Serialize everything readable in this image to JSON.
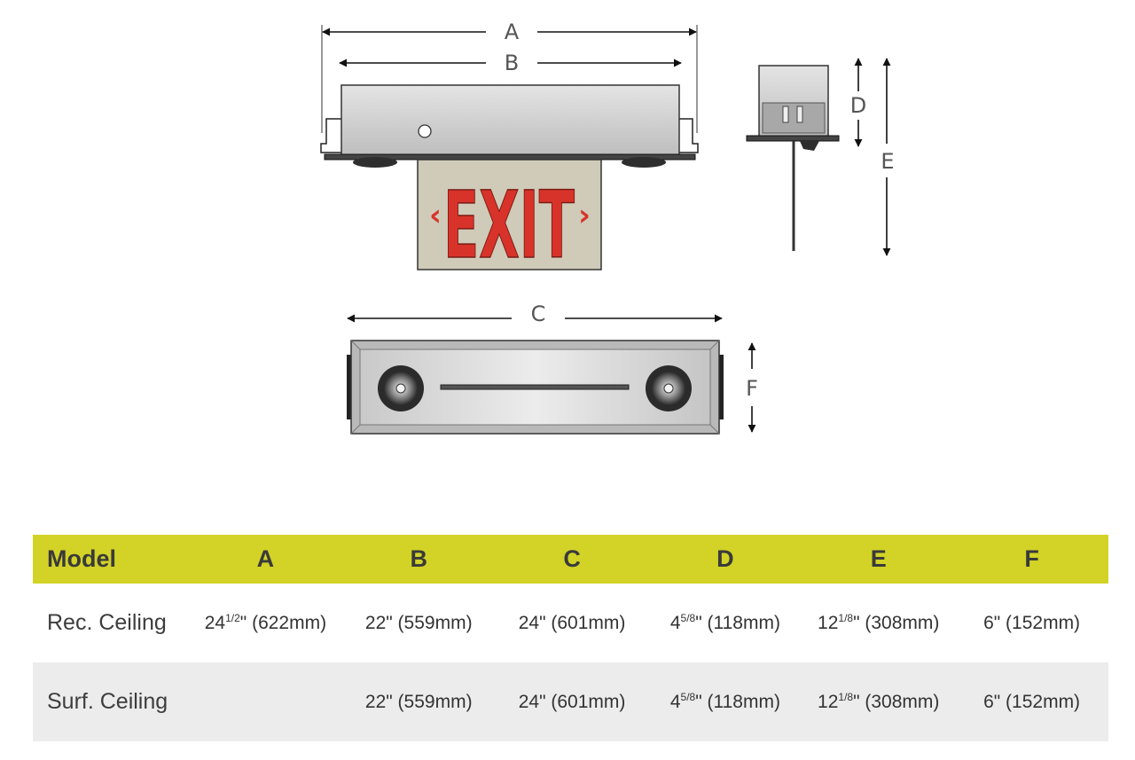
{
  "diagram": {
    "labels": {
      "a": "A",
      "b": "B",
      "c": "C",
      "d": "D",
      "e": "E",
      "f": "F"
    },
    "sign_text": "EXIT",
    "chevron_left": "‹",
    "chevron_right": "›",
    "sign_letter_color": "#d8332a",
    "sign_panel_color": "#cfcbb8",
    "housing_color": "#cdcdcd",
    "dimension_line_color": "#111111"
  },
  "table": {
    "header_color": "#d2d326",
    "columns": [
      "Model",
      "A",
      "B",
      "C",
      "D",
      "E",
      "F"
    ],
    "rows": [
      {
        "model": "Rec. Ceiling",
        "a": {
          "main": "24",
          "sup": "1/2",
          "rest": "\" (622mm)"
        },
        "b": {
          "main": "22",
          "sup": "",
          "rest": "\" (559mm)"
        },
        "c": {
          "main": "24",
          "sup": "",
          "rest": "\" (601mm)"
        },
        "d": {
          "main": "4",
          "sup": "5/8",
          "rest": "\" (118mm)"
        },
        "e": {
          "main": "12",
          "sup": "1/8",
          "rest": "\" (308mm)"
        },
        "f": {
          "main": "6",
          "sup": "",
          "rest": "\" (152mm)"
        }
      },
      {
        "model": "Surf. Ceiling",
        "a": {
          "main": "",
          "sup": "",
          "rest": ""
        },
        "b": {
          "main": "22",
          "sup": "",
          "rest": "\" (559mm)"
        },
        "c": {
          "main": "24",
          "sup": "",
          "rest": "\" (601mm)"
        },
        "d": {
          "main": "4",
          "sup": "5/8",
          "rest": "\" (118mm)"
        },
        "e": {
          "main": "12",
          "sup": "1/8",
          "rest": "\" (308mm)"
        },
        "f": {
          "main": "6",
          "sup": "",
          "rest": "\" (152mm)"
        }
      }
    ]
  }
}
